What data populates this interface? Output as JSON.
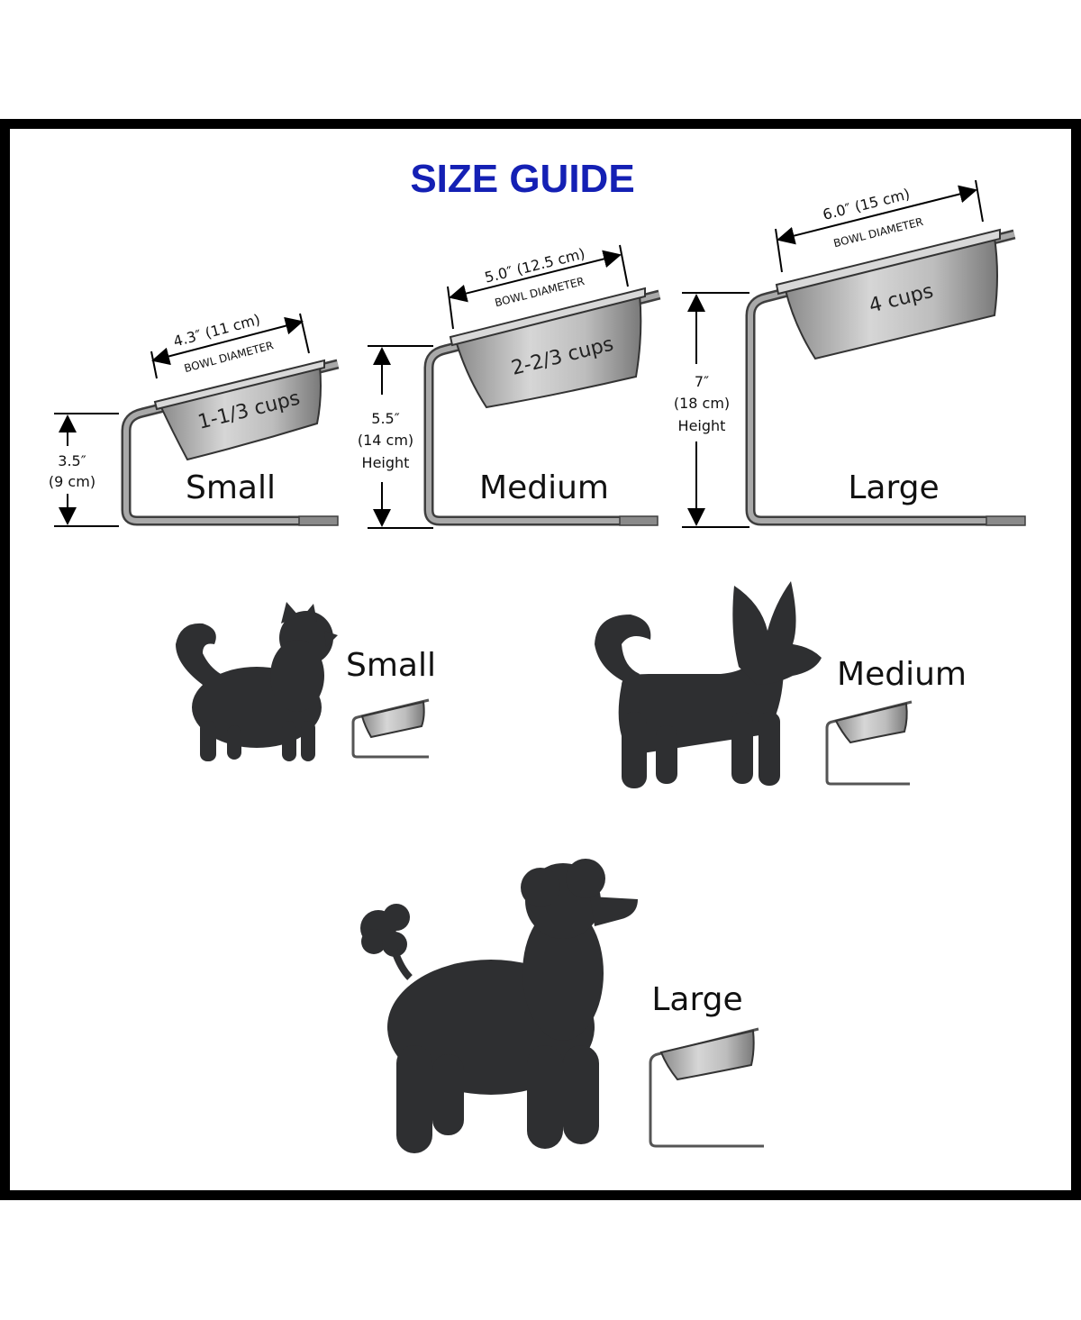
{
  "title": "SIZE GUIDE",
  "stands": [
    {
      "name": "Small",
      "capacity": "1-1/3 cups",
      "diameter": "4.3″ (11 cm)",
      "diameter_label": "BOWL DIAMETER",
      "height_in": "3.5″",
      "height_cm": "(9 cm)"
    },
    {
      "name": "Medium",
      "capacity": "2-2/3 cups",
      "diameter": "5.0″ (12.5 cm)",
      "diameter_label": "BOWL DIAMETER",
      "height_in": "5.5″",
      "height_cm": "(14 cm)",
      "height_label": "Height"
    },
    {
      "name": "Large",
      "capacity": "4 cups",
      "diameter": "6.0″ (15 cm)",
      "diameter_label": "BOWL DIAMETER",
      "height_in": "7″",
      "height_cm": "(18 cm)",
      "height_label": "Height"
    }
  ],
  "dogs": [
    {
      "size": "Small",
      "breed_icon": "small-fluffy-dog-silhouette"
    },
    {
      "size": "Medium",
      "breed_icon": "medium-dog-silhouette"
    },
    {
      "size": "Large",
      "breed_icon": "poodle-silhouette"
    }
  ],
  "colors": {
    "title": "#1420b4",
    "silhouette": "#2e2f31",
    "frame": "#000000"
  }
}
